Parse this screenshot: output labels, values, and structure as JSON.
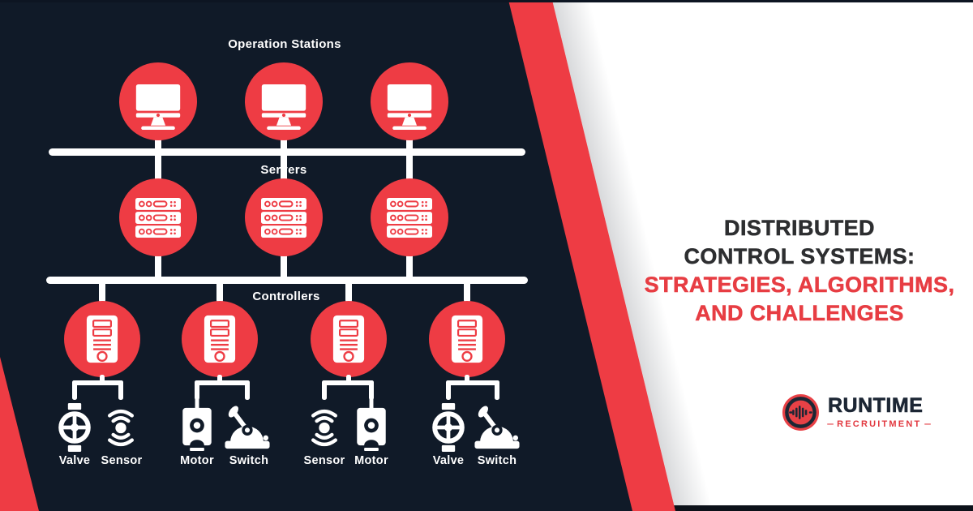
{
  "card": {
    "background_dark": "#101a28",
    "background_light": "#ffffff",
    "accent_red": "#ee3c44"
  },
  "diagram": {
    "levels": [
      {
        "label": "Operation Stations",
        "icon": "monitor-icon",
        "node_count": 3
      },
      {
        "label": "Servers",
        "icon": "server-rack-icon",
        "node_count": 3
      },
      {
        "label": "Controllers",
        "icon": "controller-tower-icon",
        "node_count": 4
      }
    ],
    "devices": [
      {
        "label": "Valve",
        "icon": "valve-icon"
      },
      {
        "label": "Sensor",
        "icon": "sensor-icon"
      },
      {
        "label": "Motor",
        "icon": "motor-icon"
      },
      {
        "label": "Switch",
        "icon": "switch-icon"
      },
      {
        "label": "Sensor",
        "icon": "sensor-icon"
      },
      {
        "label": "Motor",
        "icon": "motor-icon"
      },
      {
        "label": "Valve",
        "icon": "valve-icon"
      },
      {
        "label": "Switch",
        "icon": "switch-icon"
      }
    ]
  },
  "title": {
    "line1": "DISTRIBUTED",
    "line2": "CONTROL SYSTEMS:",
    "line3": "STRATEGIES, ALGORITHMS,",
    "line4": "AND CHALLENGES",
    "dark_color": "#2d2e30",
    "red_color": "#e73d43"
  },
  "logo": {
    "name": "RUNTIME",
    "tagline": "RECRUITMENT",
    "dash": "–",
    "navy": "#1c2634",
    "red": "#e2383f"
  }
}
